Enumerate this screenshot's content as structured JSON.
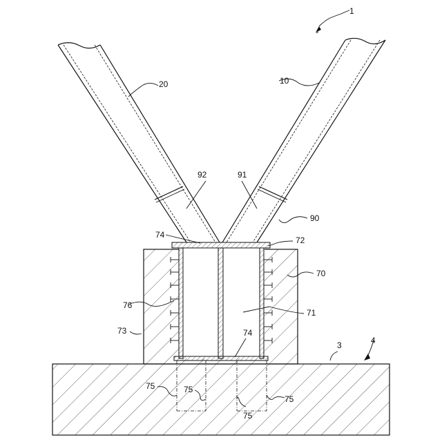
{
  "figure": {
    "labels": {
      "ref_1": "1",
      "ref_10": "10",
      "ref_20": "20",
      "ref_92": "92",
      "ref_91": "91",
      "ref_90": "90",
      "ref_74_top": "74",
      "ref_72": "72",
      "ref_70": "70",
      "ref_76": "76",
      "ref_71": "71",
      "ref_73": "73",
      "ref_74_bottom": "74",
      "ref_3": "3",
      "ref_4": "4",
      "ref_75_a": "75",
      "ref_75_b": "75",
      "ref_75_c": "75",
      "ref_75_d": "75"
    }
  }
}
